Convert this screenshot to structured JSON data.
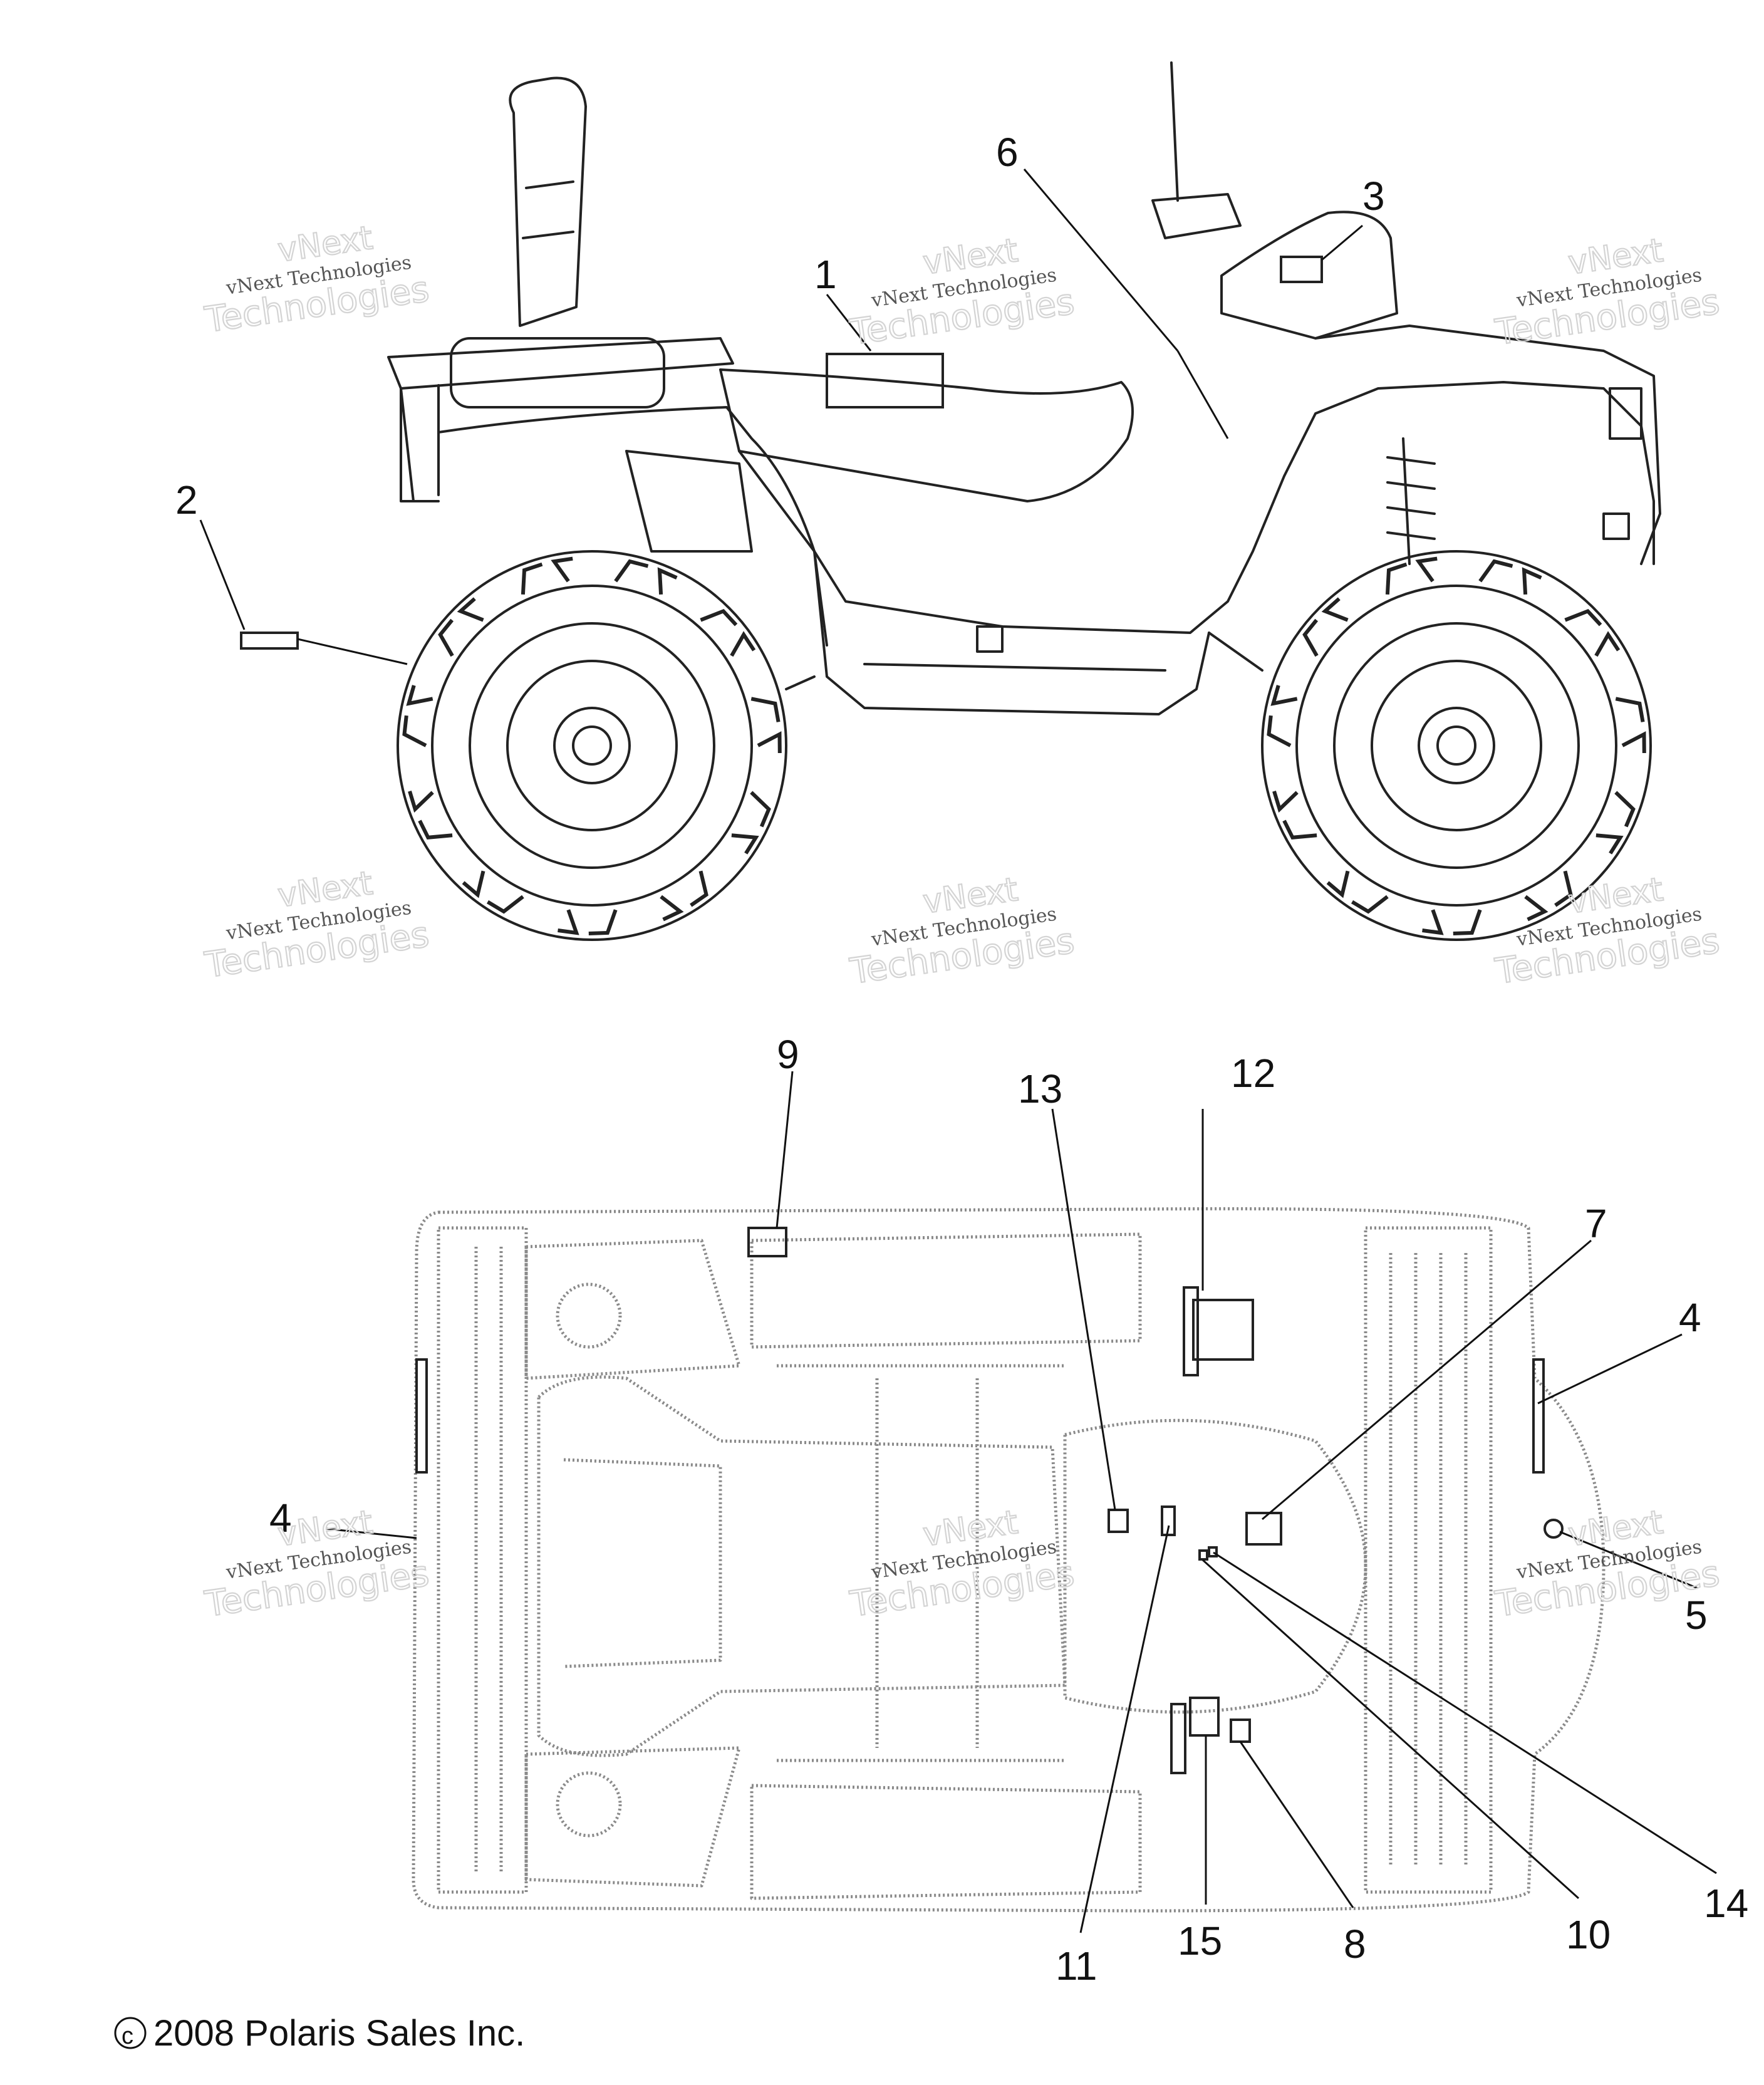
{
  "copyright": "2008 Polaris Sales Inc.",
  "copyright_symbol": "©",
  "watermark": {
    "line1": "vNext",
    "line2": "vNext Technologies",
    "line3": "Technologies"
  },
  "callouts": {
    "c1": "1",
    "c2": "2",
    "c3": "3",
    "c4a": "4",
    "c4b": "4",
    "c5": "5",
    "c6": "6",
    "c7": "7",
    "c8": "8",
    "c9": "9",
    "c10": "10",
    "c11": "11",
    "c12": "12",
    "c13": "13",
    "c14": "14",
    "c15": "15"
  },
  "colors": {
    "line": "#222222",
    "top_view_line": "#8a8a8a",
    "watermark": "#cfcfcf"
  }
}
